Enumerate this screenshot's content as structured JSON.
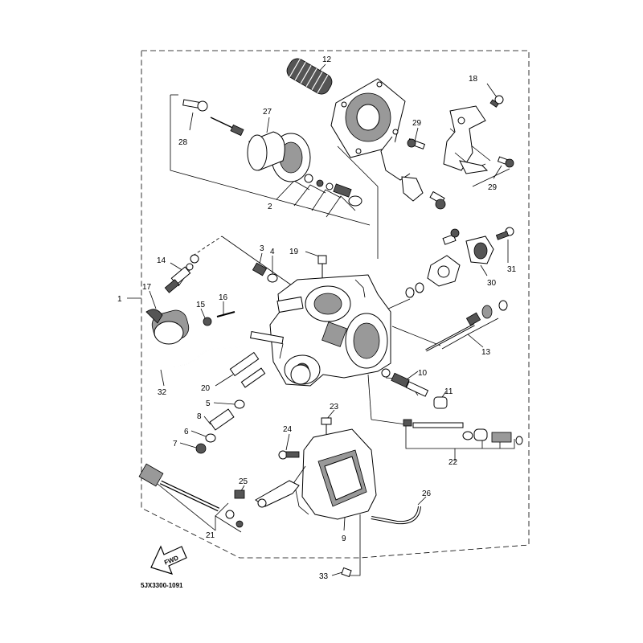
{
  "callouts": [
    {
      "id": "c1",
      "text": "1"
    },
    {
      "id": "c2",
      "text": "2"
    },
    {
      "id": "c3",
      "text": "3"
    },
    {
      "id": "c4",
      "text": "4"
    },
    {
      "id": "c5",
      "text": "5"
    },
    {
      "id": "c6",
      "text": "6"
    },
    {
      "id": "c7",
      "text": "7"
    },
    {
      "id": "c8",
      "text": "8"
    },
    {
      "id": "c9",
      "text": "9"
    },
    {
      "id": "c10",
      "text": "10"
    },
    {
      "id": "c11",
      "text": "11"
    },
    {
      "id": "c12",
      "text": "12"
    },
    {
      "id": "c13",
      "text": "13"
    },
    {
      "id": "c14",
      "text": "14"
    },
    {
      "id": "c15",
      "text": "15"
    },
    {
      "id": "c16",
      "text": "16"
    },
    {
      "id": "c17",
      "text": "17"
    },
    {
      "id": "c18",
      "text": "18"
    },
    {
      "id": "c19",
      "text": "19"
    },
    {
      "id": "c20",
      "text": "20"
    },
    {
      "id": "c21",
      "text": "21"
    },
    {
      "id": "c22",
      "text": "22"
    },
    {
      "id": "c23",
      "text": "23"
    },
    {
      "id": "c24",
      "text": "24"
    },
    {
      "id": "c25",
      "text": "25"
    },
    {
      "id": "c26",
      "text": "26"
    },
    {
      "id": "c27",
      "text": "27"
    },
    {
      "id": "c28",
      "text": "28"
    },
    {
      "id": "c29a",
      "text": "29"
    },
    {
      "id": "c29b",
      "text": "29"
    },
    {
      "id": "c30",
      "text": "30"
    },
    {
      "id": "c31",
      "text": "31"
    },
    {
      "id": "c32",
      "text": "32"
    },
    {
      "id": "c33",
      "text": "33"
    }
  ],
  "fwd_label": "FWD",
  "diagram_code": "5JX3300-1091"
}
